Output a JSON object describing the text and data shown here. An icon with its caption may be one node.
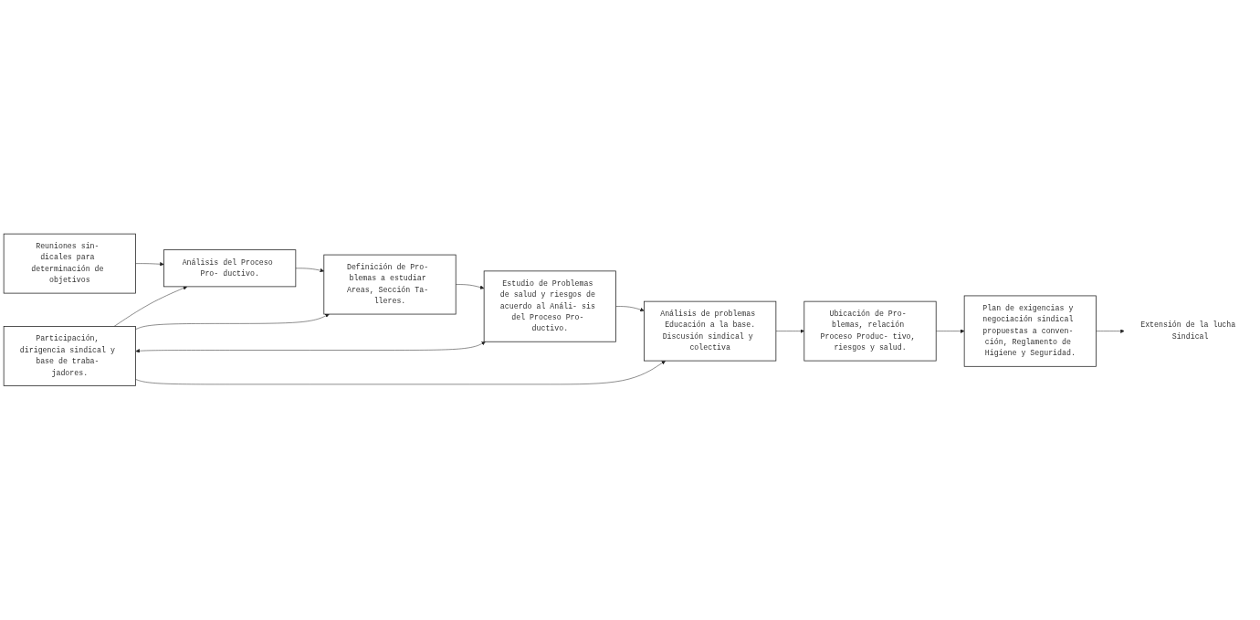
{
  "diagram": {
    "nodes": [
      {
        "text": [
          "Reuniones sin- dicales para determinación de objetivos"
        ]
      },
      {
        "text": [
          "Análisis del Proceso Pro- ductivo."
        ]
      },
      {
        "text": [
          "Definición de Pro- blemas a estudiar Areas, Sección Ta- lleres."
        ]
      },
      {
        "text": [
          "Extensión de la lucha Sindical"
        ]
      },
      {
        "text": [
          "Participación, dirigencia sindical y base de traba- jadores."
        ]
      },
      {
        "text": [
          "Estudio de Problemas de salud y riesgos de acuerdo al Análi- sis del Proceso Pro- ductivo."
        ]
      },
      {
        "text": [
          "Plan de exigencias y negociación sindical propuestas a conven- ción, Reglamento de Higiene y Seguridad."
        ]
      },
      {
        "text": [
          "Ubicación de Pro- blemas, relación Proceso Produc- tivo, riesgos y salud."
        ]
      },
      {
        "text": [
          "Análisis de problemas Educación a la base.",
          "Discusión sindical y colectiva"
        ]
      }
    ],
    "edges": [
      {
        "from": 0,
        "to": 1,
        "arrow": "to"
      },
      {
        "from": 1,
        "to": 2,
        "arrow": "to"
      },
      {
        "from": 2,
        "to": 5,
        "arrow": "to"
      },
      {
        "from": 4,
        "to": 1,
        "arrow": "to"
      },
      {
        "from": 4,
        "to": 2,
        "arrow": "to"
      },
      {
        "from": 4,
        "to": 5,
        "arrow": "both"
      },
      {
        "from": 4,
        "to": 8,
        "arrow": "to"
      },
      {
        "from": 5,
        "to": 8,
        "arrow": "to"
      },
      {
        "from": 8,
        "to": 7,
        "arrow": "to"
      },
      {
        "from": 7,
        "to": 6,
        "arrow": "to"
      },
      {
        "from": 6,
        "to": 3,
        "arrow": "to"
      }
    ]
  }
}
